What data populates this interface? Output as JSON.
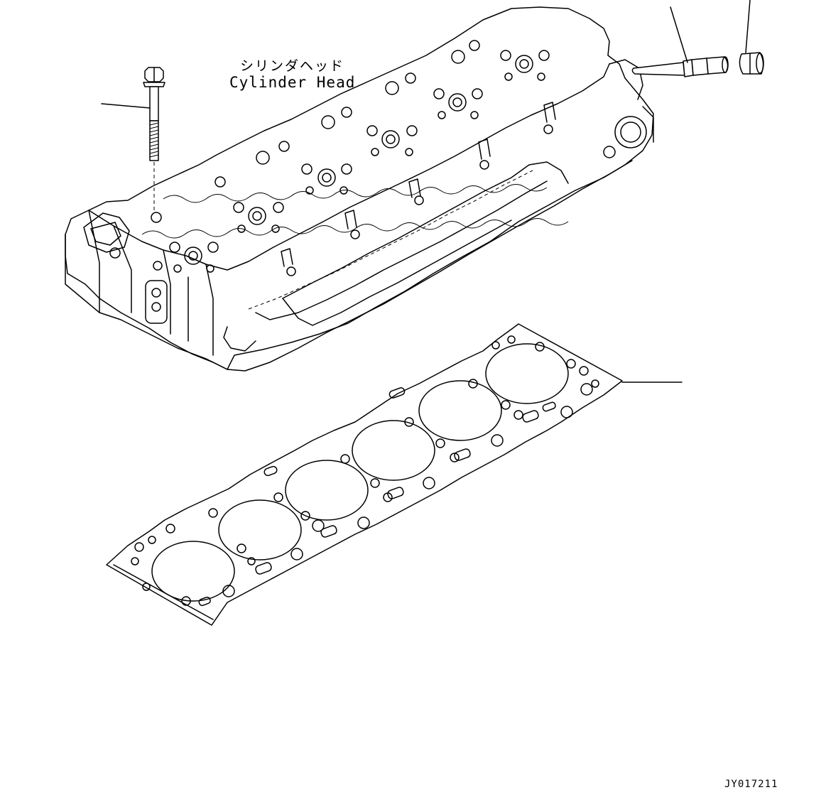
{
  "labels": {
    "component_name_jp": "シリンダヘッド",
    "component_name_en": "Cylinder Head",
    "drawing_code": "JY017211"
  }
}
